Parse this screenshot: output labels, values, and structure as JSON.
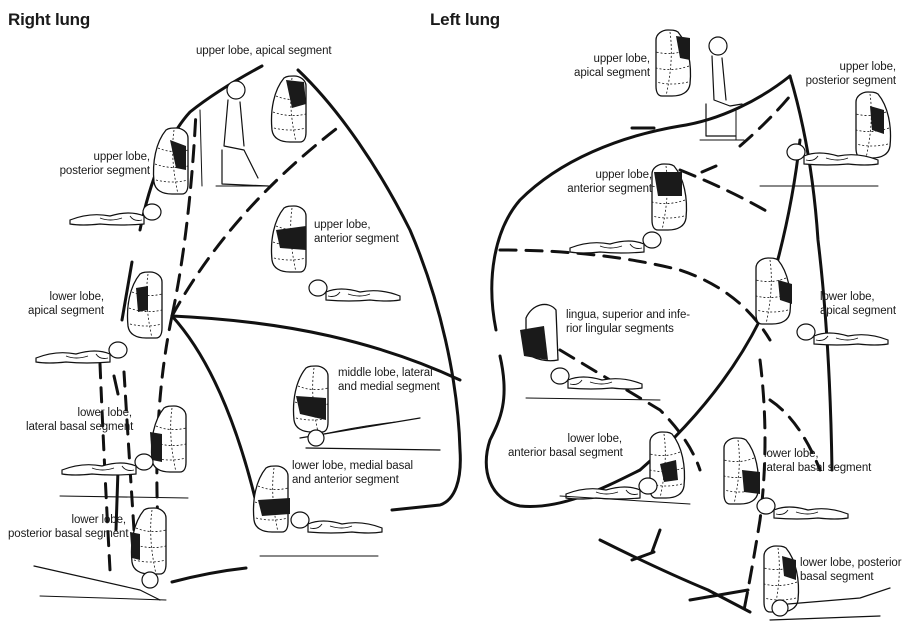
{
  "titles": {
    "right": "Right lung",
    "left": "Left lung"
  },
  "right_lung": {
    "upper_apical": [
      "upper lobe, apical segment"
    ],
    "upper_posterior": [
      "upper lobe,",
      "posterior segment"
    ],
    "upper_anterior": [
      "upper lobe,",
      "anterior segment"
    ],
    "lower_apical": [
      "lower lobe,",
      "apical segment"
    ],
    "middle": [
      "middle lobe, lateral",
      "and medial segment"
    ],
    "lower_lateral": [
      "lower lobe,",
      "lateral basal segment"
    ],
    "lower_medial": [
      "lower lobe, medial basal",
      "and anterior segment"
    ],
    "lower_posterior": [
      "lower lobe,",
      "posterior basal segment"
    ]
  },
  "left_lung": {
    "upper_apical": [
      "upper lobe,",
      "apical segment"
    ],
    "upper_posterior": [
      "upper lobe,",
      "posterior segment"
    ],
    "upper_anterior": [
      "upper lobe,",
      "anterior segment"
    ],
    "lingula": [
      "lingua, superior and infe-",
      "rior lingular segments"
    ],
    "lower_apical": [
      "lower lobe,",
      "apical segment"
    ],
    "lower_anterior": [
      "lower lobe,",
      "anterior basal segment"
    ],
    "lower_lateral": [
      "lower lobe,",
      "lateral basal segment"
    ],
    "lower_posterior": [
      "lower lobe, posterior",
      "basal segment"
    ]
  },
  "colors": {
    "ink": "#111111",
    "shade": "#1a1a1a",
    "background": "#ffffff"
  }
}
